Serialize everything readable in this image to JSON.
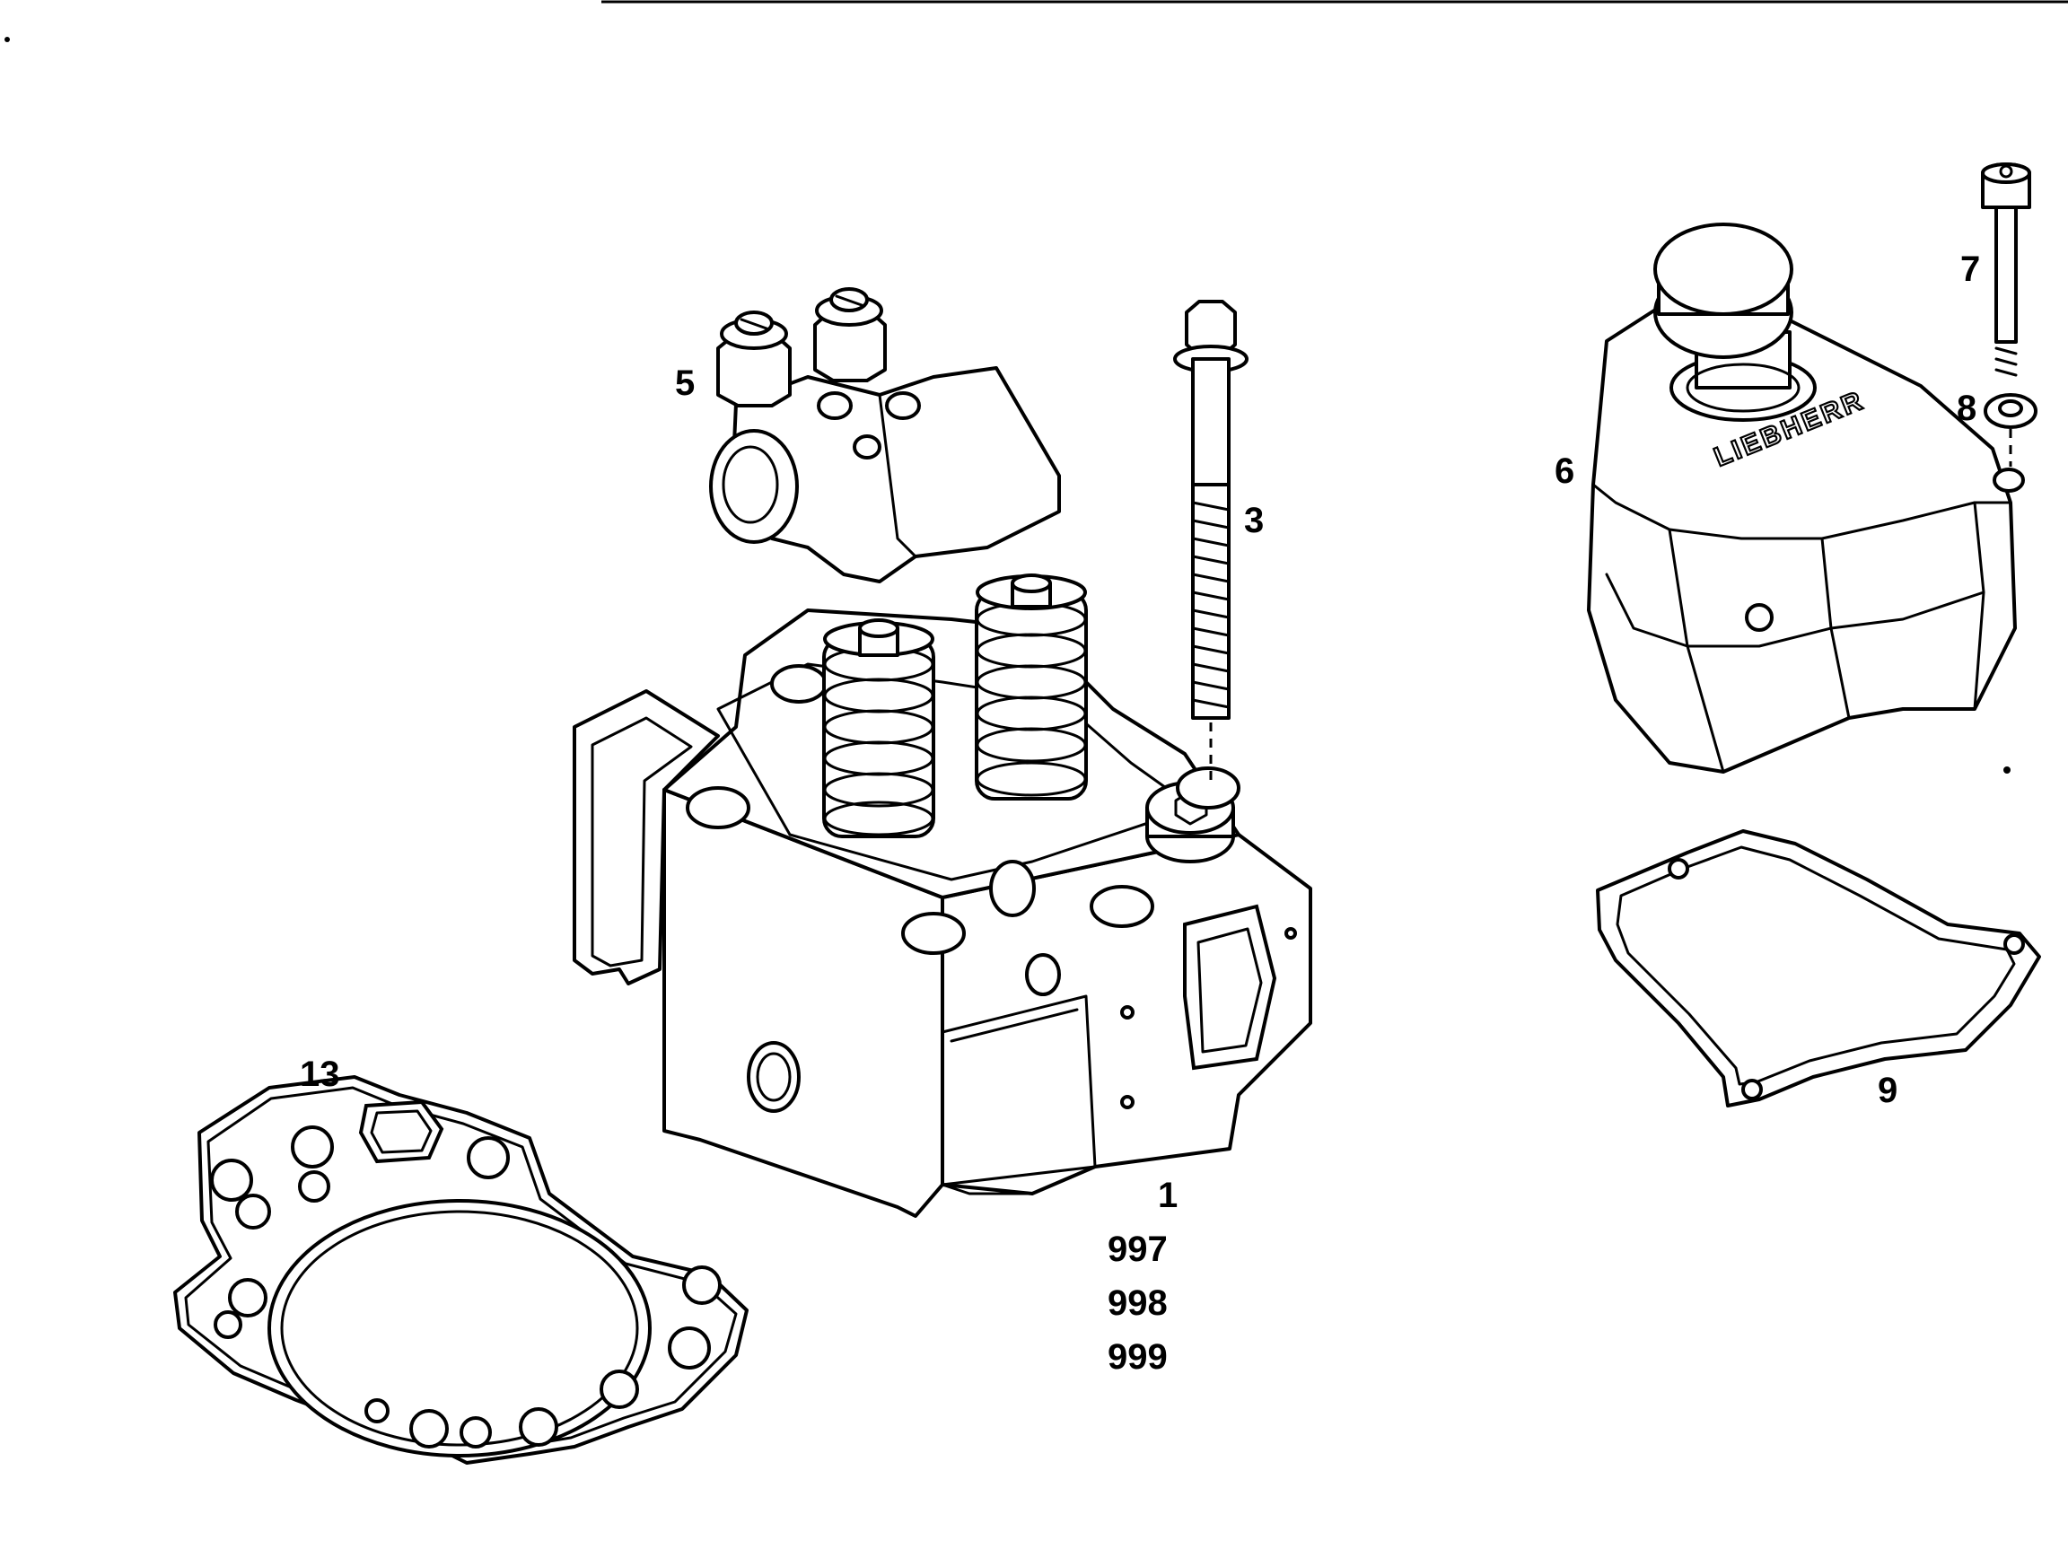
{
  "brand": "LIEBHERR",
  "colors": {
    "line": "#000000",
    "background": "#ffffff"
  },
  "callouts": {
    "p1": "1",
    "p3": "3",
    "p5": "5",
    "p6": "6",
    "p7": "7",
    "p8": "8",
    "p9": "9",
    "p13": "13",
    "p997": "997",
    "p998": "998",
    "p999": "999"
  }
}
